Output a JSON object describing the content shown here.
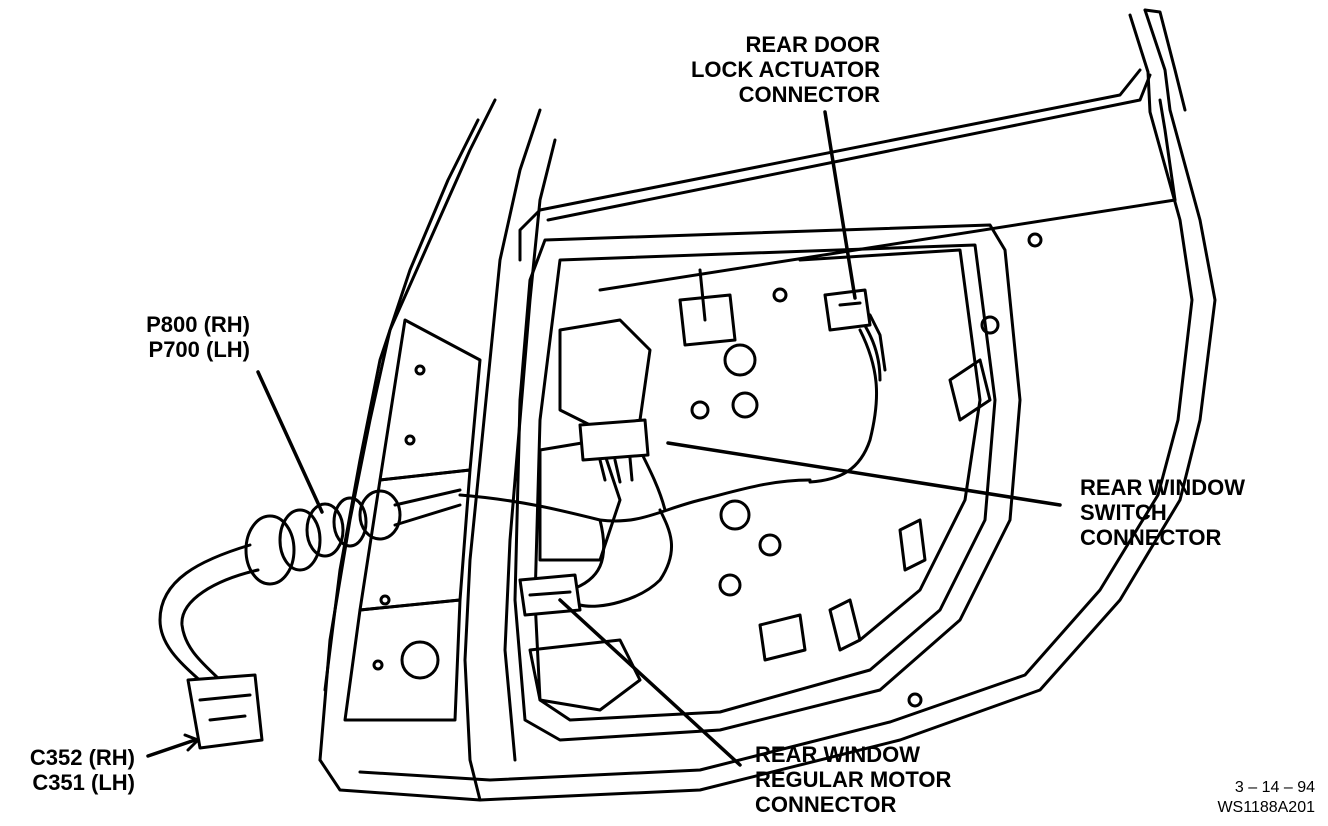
{
  "diagram": {
    "labels": {
      "rear_door_lock": [
        "REAR DOOR",
        "LOCK ACTUATOR",
        "CONNECTOR"
      ],
      "p800": [
        "P800 (RH)",
        "P700 (LH)"
      ],
      "rear_window_switch": [
        "REAR WINDOW",
        "SWITCH",
        "CONNECTOR"
      ],
      "c352": [
        "C352 (RH)",
        "C351 (LH)"
      ],
      "rear_window_motor": [
        "REAR WINDOW",
        "REGULAR MOTOR",
        "CONNECTOR"
      ]
    },
    "footer": {
      "date": "3 – 14 – 94",
      "code": "WS1188A201"
    }
  }
}
